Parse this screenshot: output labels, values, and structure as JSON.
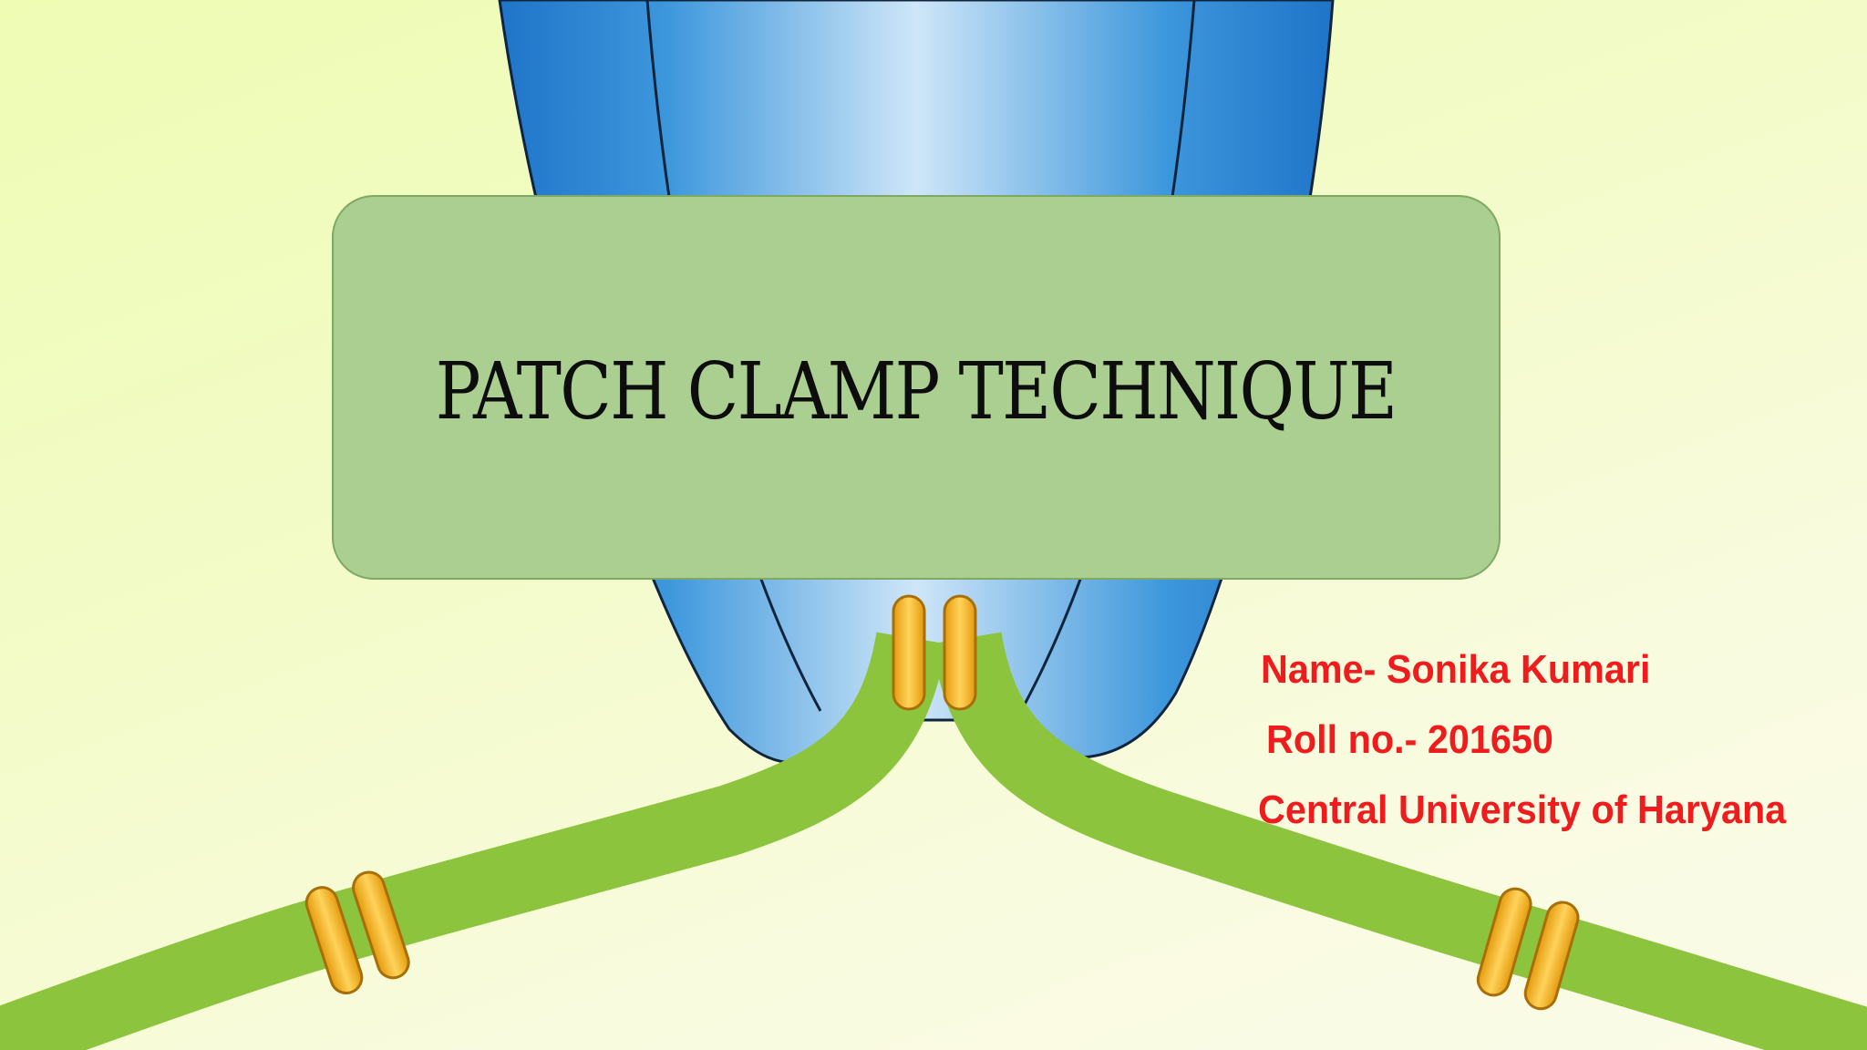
{
  "slide": {
    "title": "PATCH CLAMP TECHNIQUE",
    "author": {
      "name_line": "Name- Sonika Kumari",
      "roll_line": "Roll no.- 201650",
      "institution_line": "Central University of Haryana"
    }
  },
  "colors": {
    "background": "#f3fbc8",
    "title_box": "#aacf91",
    "title_text": "#0d0d0d",
    "info_text": "#ee1c1c",
    "pipette_blue": "#2f8ed8",
    "membrane_green": "#8cc43d",
    "channel_orange": "#f0b21a"
  },
  "illustration": {
    "elements": [
      "patch-pipette",
      "cell-membrane",
      "ion-channel",
      "ion-channel",
      "ion-channel"
    ]
  }
}
